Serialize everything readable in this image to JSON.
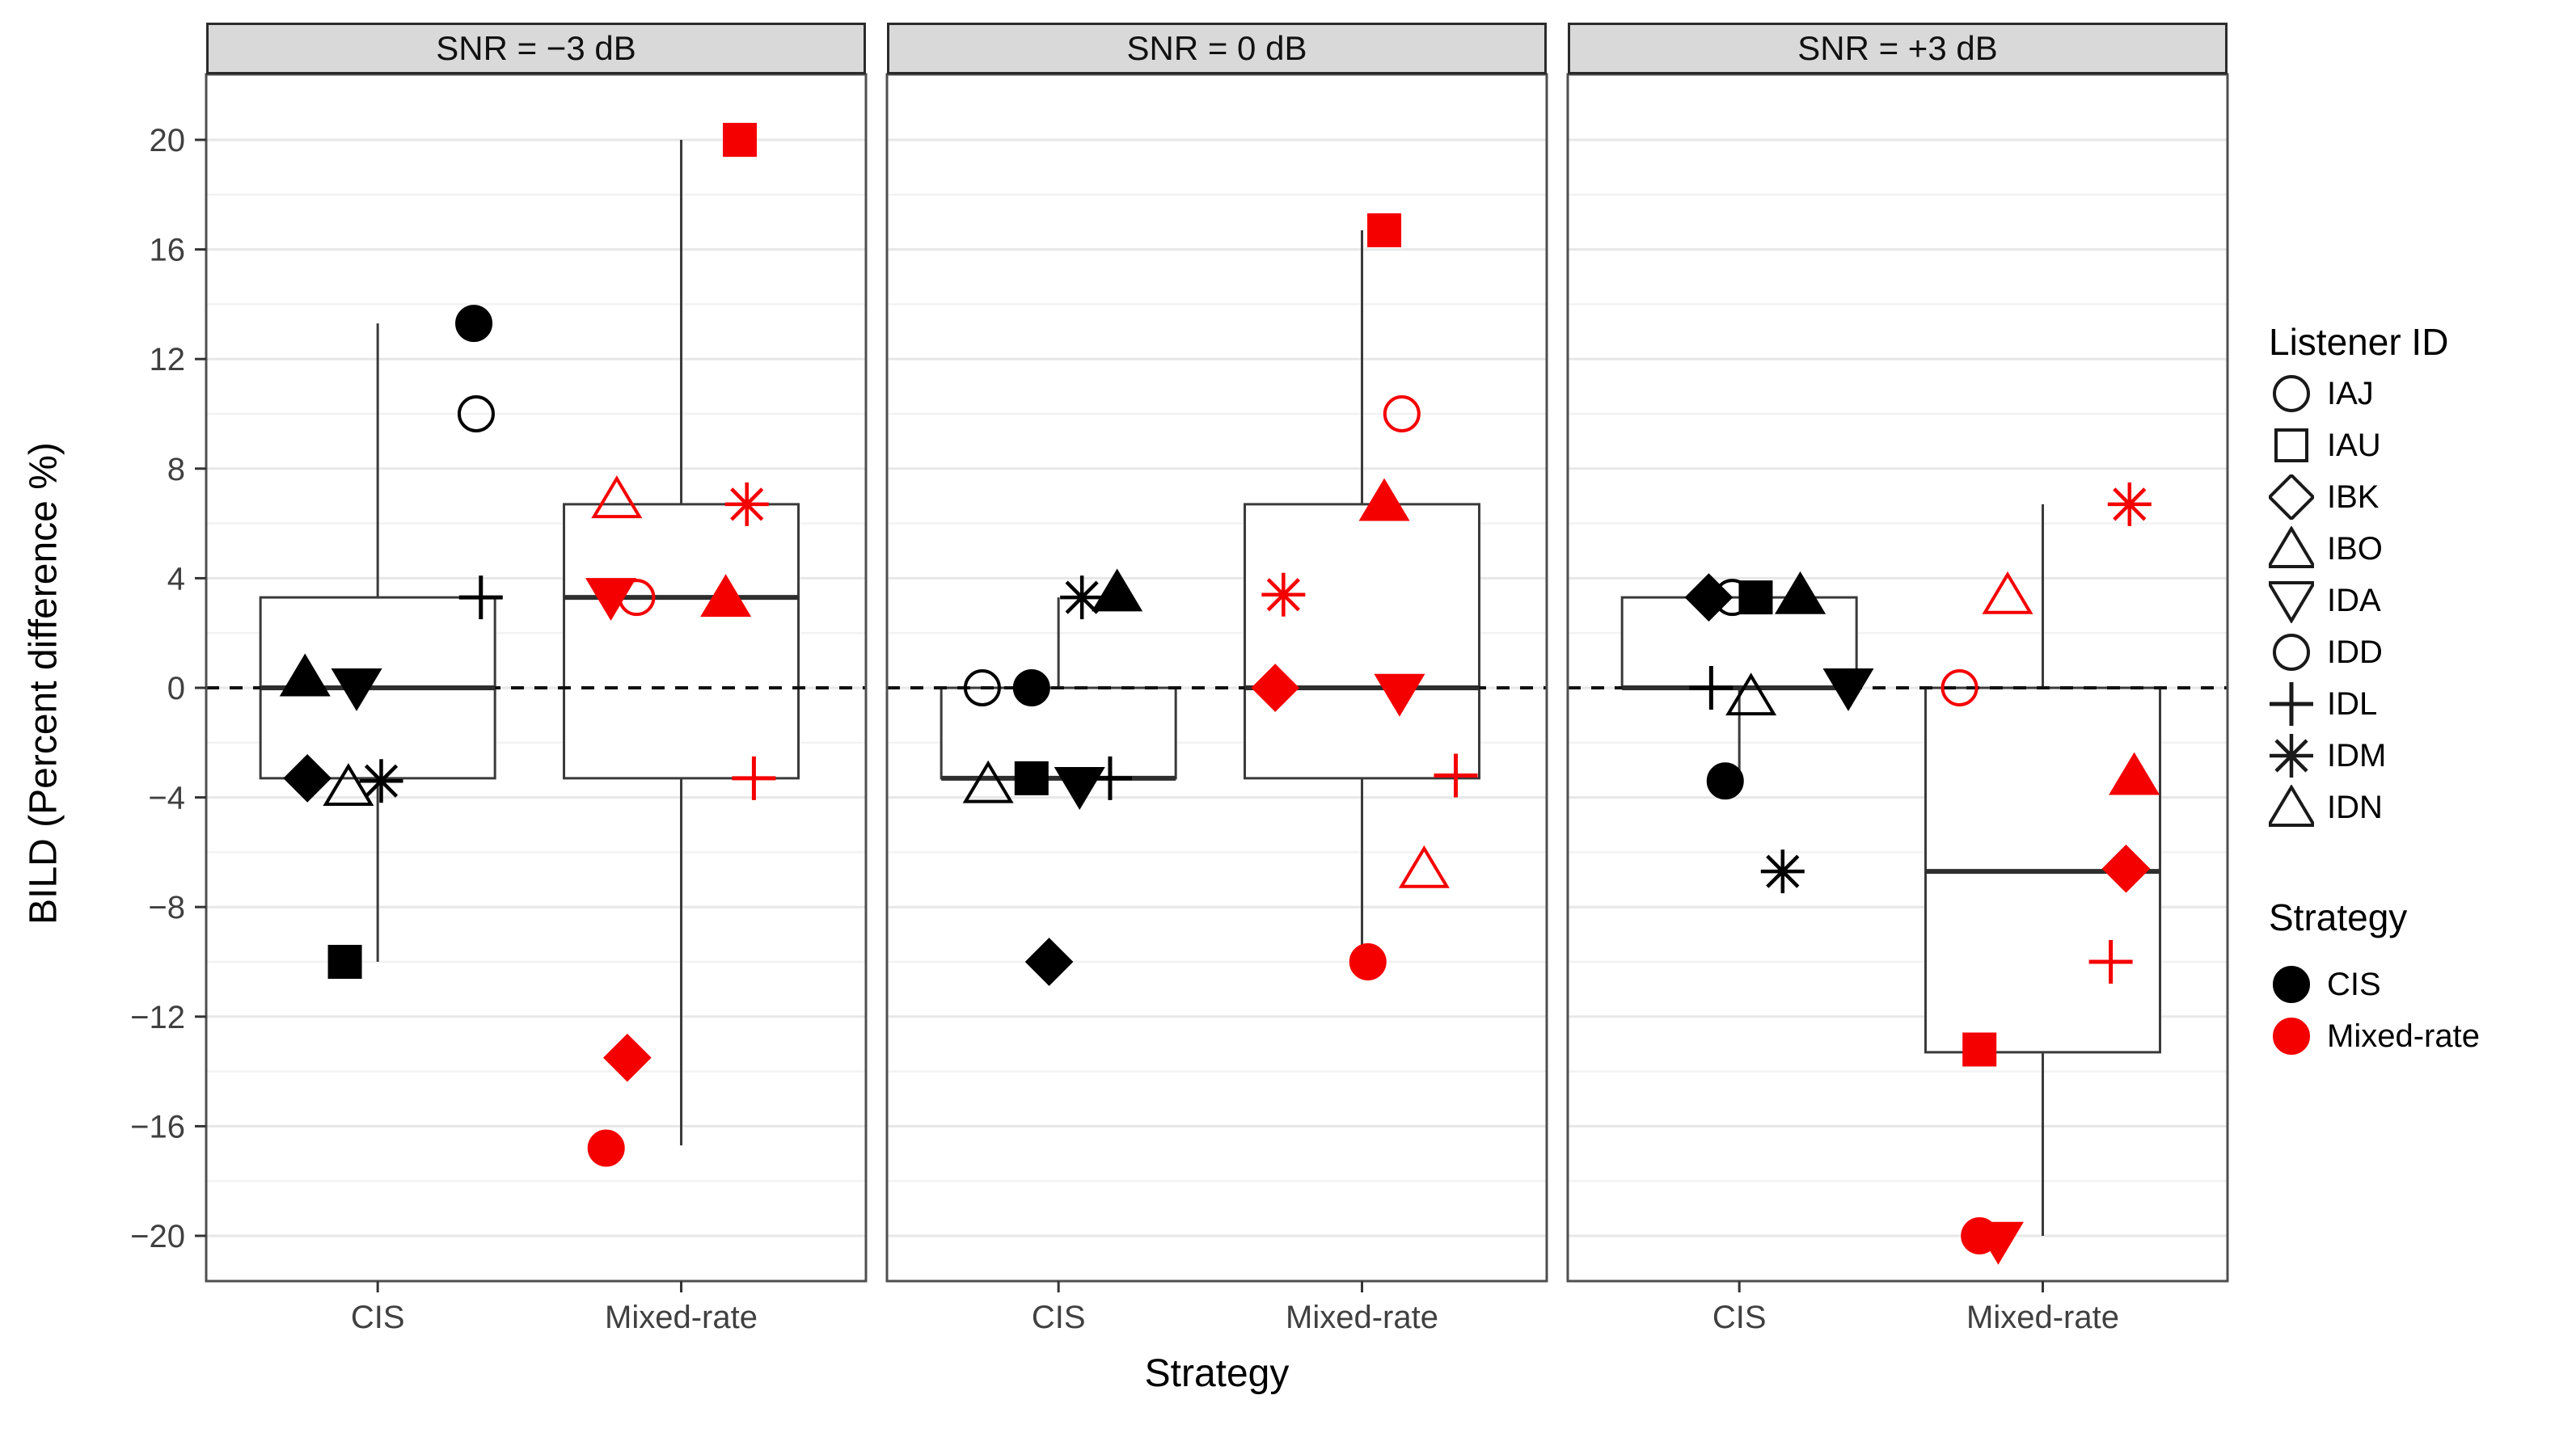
{
  "figure": {
    "y_axis_title": "BILD (Percent difference %)",
    "x_axis_title": "Strategy",
    "legend": {
      "listener_title": "Listener ID",
      "listeners": [
        {
          "id": "IAJ",
          "shape": "circle"
        },
        {
          "id": "IAU",
          "shape": "square"
        },
        {
          "id": "IBK",
          "shape": "diamond"
        },
        {
          "id": "IBO",
          "shape": "triangle"
        },
        {
          "id": "IDA",
          "shape": "triangle-down"
        },
        {
          "id": "IDD",
          "shape": "circle"
        },
        {
          "id": "IDL",
          "shape": "plus"
        },
        {
          "id": "IDM",
          "shape": "asterisk"
        },
        {
          "id": "IDN",
          "shape": "triangle"
        }
      ],
      "strategy_title": "Strategy",
      "strategies": [
        {
          "label": "CIS",
          "color": "#000000"
        },
        {
          "label": "Mixed-rate",
          "color": "#f50000"
        }
      ]
    }
  },
  "chart_data": {
    "type": "boxplot",
    "title": "",
    "xlabel": "Strategy",
    "ylabel": "BILD (Percent difference %)",
    "ylim": [
      -22,
      22
    ],
    "y_tick_values": [
      20,
      16,
      12,
      8,
      4,
      0,
      -4,
      -8,
      -12,
      -16,
      -20
    ],
    "y_tick_labels": [
      "20",
      "16",
      "12",
      "8",
      "4",
      "0",
      "−4",
      "−8",
      "−12",
      "−16",
      "−20"
    ],
    "x_categories": [
      "CIS",
      "Mixed-rate"
    ],
    "zero_reference_line": 0,
    "grid": {
      "major_step": 4,
      "minor_step": 2
    },
    "legend_position": "right",
    "shape_map": {
      "IAJ": {
        "shape": "circle",
        "filled": false
      },
      "IAU": {
        "shape": "square",
        "filled": true
      },
      "IBK": {
        "shape": "diamond",
        "filled": true
      },
      "IBO": {
        "shape": "triangle",
        "filled": true
      },
      "IDA": {
        "shape": "triangle-down",
        "filled": true
      },
      "IDD": {
        "shape": "circle",
        "filled": true
      },
      "IDL": {
        "shape": "plus",
        "filled": false
      },
      "IDM": {
        "shape": "asterisk",
        "filled": false
      },
      "IDN": {
        "shape": "triangle",
        "filled": false
      }
    },
    "strategy_colors": {
      "CIS": "#000000",
      "Mixed-rate": "#f50000"
    },
    "facets": [
      {
        "label": "SNR = −3 dB",
        "groups": [
          {
            "name": "CIS",
            "color": "#000000",
            "box": {
              "q1": -3.3,
              "median": 0,
              "q3": 3.3,
              "whisker_low": -10,
              "whisker_high": 13.3
            },
            "points": [
              {
                "id": "IDD",
                "value": 13.3,
                "dx": 0.82
              },
              {
                "id": "IAJ",
                "value": 10,
                "dx": 0.84
              },
              {
                "id": "IDL",
                "value": 3.3,
                "dx": 0.88
              },
              {
                "id": "IBO",
                "value": 0.4,
                "dx": -0.62
              },
              {
                "id": "IDA",
                "value": 0,
                "dx": -0.18
              },
              {
                "id": "IBK",
                "value": -3.3,
                "dx": -0.6
              },
              {
                "id": "IDN",
                "value": -3.6,
                "dx": -0.25
              },
              {
                "id": "IDM",
                "value": -3.4,
                "dx": 0.03
              },
              {
                "id": "IAU",
                "value": -10,
                "dx": -0.28
              }
            ]
          },
          {
            "name": "Mixed-rate",
            "color": "#f50000",
            "box": {
              "q1": -3.3,
              "median": 3.3,
              "q3": 6.7,
              "whisker_low": -16.7,
              "whisker_high": 20
            },
            "points": [
              {
                "id": "IAU",
                "value": 20,
                "dx": 0.5
              },
              {
                "id": "IDN",
                "value": 6.9,
                "dx": -0.55
              },
              {
                "id": "IDM",
                "value": 6.7,
                "dx": 0.56
              },
              {
                "id": "IDA",
                "value": 3.3,
                "dx": -0.6
              },
              {
                "id": "IAJ",
                "value": 3.3,
                "dx": -0.38
              },
              {
                "id": "IBO",
                "value": 3.3,
                "dx": 0.38
              },
              {
                "id": "IDL",
                "value": -3.3,
                "dx": 0.62
              },
              {
                "id": "IBK",
                "value": -13.5,
                "dx": -0.46
              },
              {
                "id": "IDD",
                "value": -16.8,
                "dx": -0.64
              }
            ]
          }
        ]
      },
      {
        "label": "SNR = 0 dB",
        "groups": [
          {
            "name": "CIS",
            "color": "#000000",
            "box": {
              "q1": -3.3,
              "median": -3.3,
              "q3": 0,
              "whisker_low": -3.3,
              "whisker_high": 3.3
            },
            "points": [
              {
                "id": "IDM",
                "value": 3.3,
                "dx": 0.2
              },
              {
                "id": "IBO",
                "value": 3.5,
                "dx": 0.5
              },
              {
                "id": "IAJ",
                "value": 0,
                "dx": -0.65
              },
              {
                "id": "IDD",
                "value": 0,
                "dx": -0.23
              },
              {
                "id": "IDN",
                "value": -3.5,
                "dx": -0.6
              },
              {
                "id": "IAU",
                "value": -3.3,
                "dx": -0.23
              },
              {
                "id": "IDA",
                "value": -3.6,
                "dx": 0.18
              },
              {
                "id": "IDL",
                "value": -3.3,
                "dx": 0.44
              },
              {
                "id": "IBK",
                "value": -10,
                "dx": -0.08
              }
            ]
          },
          {
            "name": "Mixed-rate",
            "color": "#f50000",
            "box": {
              "q1": -3.3,
              "median": 0,
              "q3": 6.7,
              "whisker_low": -10,
              "whisker_high": 16.7
            },
            "points": [
              {
                "id": "IAU",
                "value": 16.7,
                "dx": 0.19
              },
              {
                "id": "IAJ",
                "value": 10,
                "dx": 0.34
              },
              {
                "id": "IBO",
                "value": 6.8,
                "dx": 0.19
              },
              {
                "id": "IDM",
                "value": 3.4,
                "dx": -0.67
              },
              {
                "id": "IBK",
                "value": 0,
                "dx": -0.74
              },
              {
                "id": "IDA",
                "value": -0.2,
                "dx": 0.32
              },
              {
                "id": "IDL",
                "value": -3.2,
                "dx": 0.8
              },
              {
                "id": "IDN",
                "value": -6.6,
                "dx": 0.53
              },
              {
                "id": "IDD",
                "value": -10,
                "dx": 0.05
              }
            ]
          }
        ]
      },
      {
        "label": "SNR = +3 dB",
        "groups": [
          {
            "name": "CIS",
            "color": "#000000",
            "box": {
              "q1": 0,
              "median": 0,
              "q3": 3.3,
              "whisker_low": -3.3,
              "whisker_high": 3.3
            },
            "points": [
              {
                "id": "IBK",
                "value": 3.3,
                "dx": -0.26
              },
              {
                "id": "IAJ",
                "value": 3.3,
                "dx": -0.06
              },
              {
                "id": "IAU",
                "value": 3.3,
                "dx": 0.14
              },
              {
                "id": "IBO",
                "value": 3.4,
                "dx": 0.52
              },
              {
                "id": "IDL",
                "value": 0,
                "dx": -0.24
              },
              {
                "id": "IDN",
                "value": -0.3,
                "dx": 0.1
              },
              {
                "id": "IDA",
                "value": 0,
                "dx": 0.93
              },
              {
                "id": "IDD",
                "value": -3.4,
                "dx": -0.12
              },
              {
                "id": "IDM",
                "value": -6.7,
                "dx": 0.37
              }
            ]
          },
          {
            "name": "Mixed-rate",
            "color": "#f50000",
            "box": {
              "q1": -13.3,
              "median": -6.7,
              "q3": 0,
              "whisker_low": -20,
              "whisker_high": 6.7
            },
            "points": [
              {
                "id": "IDM",
                "value": 6.7,
                "dx": 0.74
              },
              {
                "id": "IDN",
                "value": 3.4,
                "dx": -0.3
              },
              {
                "id": "IAJ",
                "value": 0,
                "dx": -0.71
              },
              {
                "id": "IBO",
                "value": -3.2,
                "dx": 0.78
              },
              {
                "id": "IBK",
                "value": -6.6,
                "dx": 0.71
              },
              {
                "id": "IDL",
                "value": -10,
                "dx": 0.58
              },
              {
                "id": "IAU",
                "value": -13.2,
                "dx": -0.54
              },
              {
                "id": "IDD",
                "value": -20,
                "dx": -0.54
              },
              {
                "id": "IDA",
                "value": -20.2,
                "dx": -0.38
              }
            ]
          }
        ]
      }
    ]
  }
}
